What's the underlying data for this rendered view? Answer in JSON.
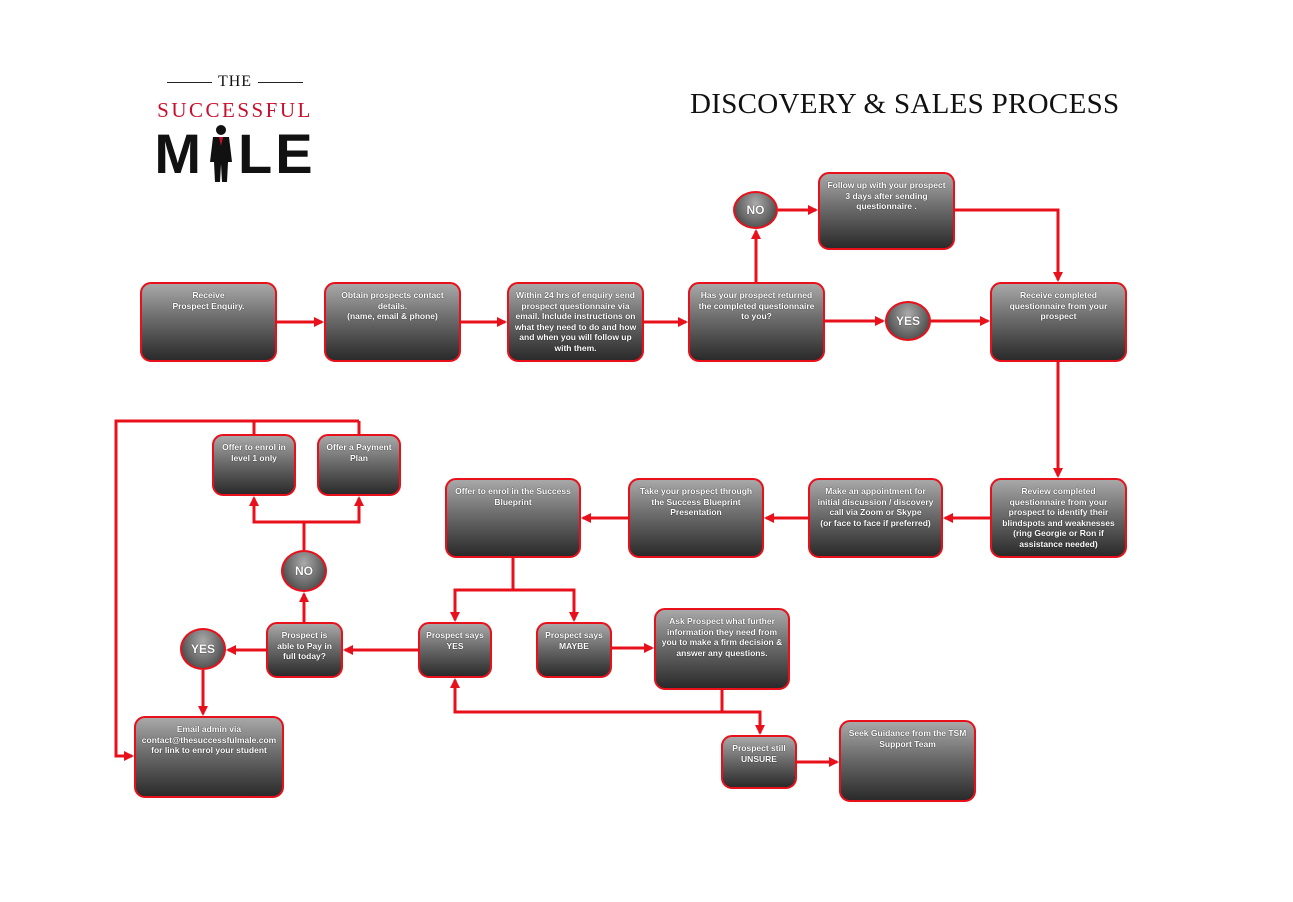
{
  "logo": {
    "top": "THE",
    "middle": "SUCCESSFUL",
    "bottom_left": "M",
    "bottom_right": "LE"
  },
  "title": "DISCOVERY & SALES PROCESS",
  "colors": {
    "accent": "#e8111b",
    "logo_red": "#c8102e",
    "box_top": "#a8a8a8",
    "box_bottom": "#2a2a2a"
  },
  "nodes": {
    "receive_enquiry": "Receive\nProspect Enquiry.",
    "obtain_contact": "Obtain prospects contact details.\n(name, email & phone)",
    "send_questionnaire": "Within 24 hrs of enquiry send prospect questionnaire via email. Include instructions on what they need to do and how and when you will follow up with them.",
    "returned_question": "Has your prospect returned the completed questionnaire to you?",
    "no_top": "NO",
    "follow_up": "Follow up with your prospect 3 days after sending questionnaire .",
    "yes_top": "YES",
    "receive_completed": "Receive completed questionnaire from your prospect",
    "review_completed": "Review completed questionnaire from your prospect to identify their blindspots and weaknesses (ring Georgie or Ron if assistance needed)",
    "make_appointment": "Make an appointment for initial discussion / discovery call via Zoom or Skype\n(or face to face if preferred)",
    "blueprint_presentation": "Take your prospect through the Success Blueprint Presentation",
    "offer_enrol": "Offer to enrol in the Success Blueprint",
    "says_yes": "Prospect says YES",
    "says_maybe": "Prospect says MAYBE",
    "ask_further": "Ask Prospect what further information they need from you to make a firm decision & answer any questions.",
    "still_unsure": "Prospect still UNSURE",
    "seek_guidance": "Seek Guidance from the TSM Support Team",
    "able_to_pay": "Prospect is able to Pay in full today?",
    "yes_left": "YES",
    "no_left": "NO",
    "offer_level1": "Offer to enrol in level 1 only",
    "payment_plan": "Offer a Payment Plan",
    "email_admin": "Email admin via contact@thesuccessfulmale.com for link to enrol your student"
  }
}
